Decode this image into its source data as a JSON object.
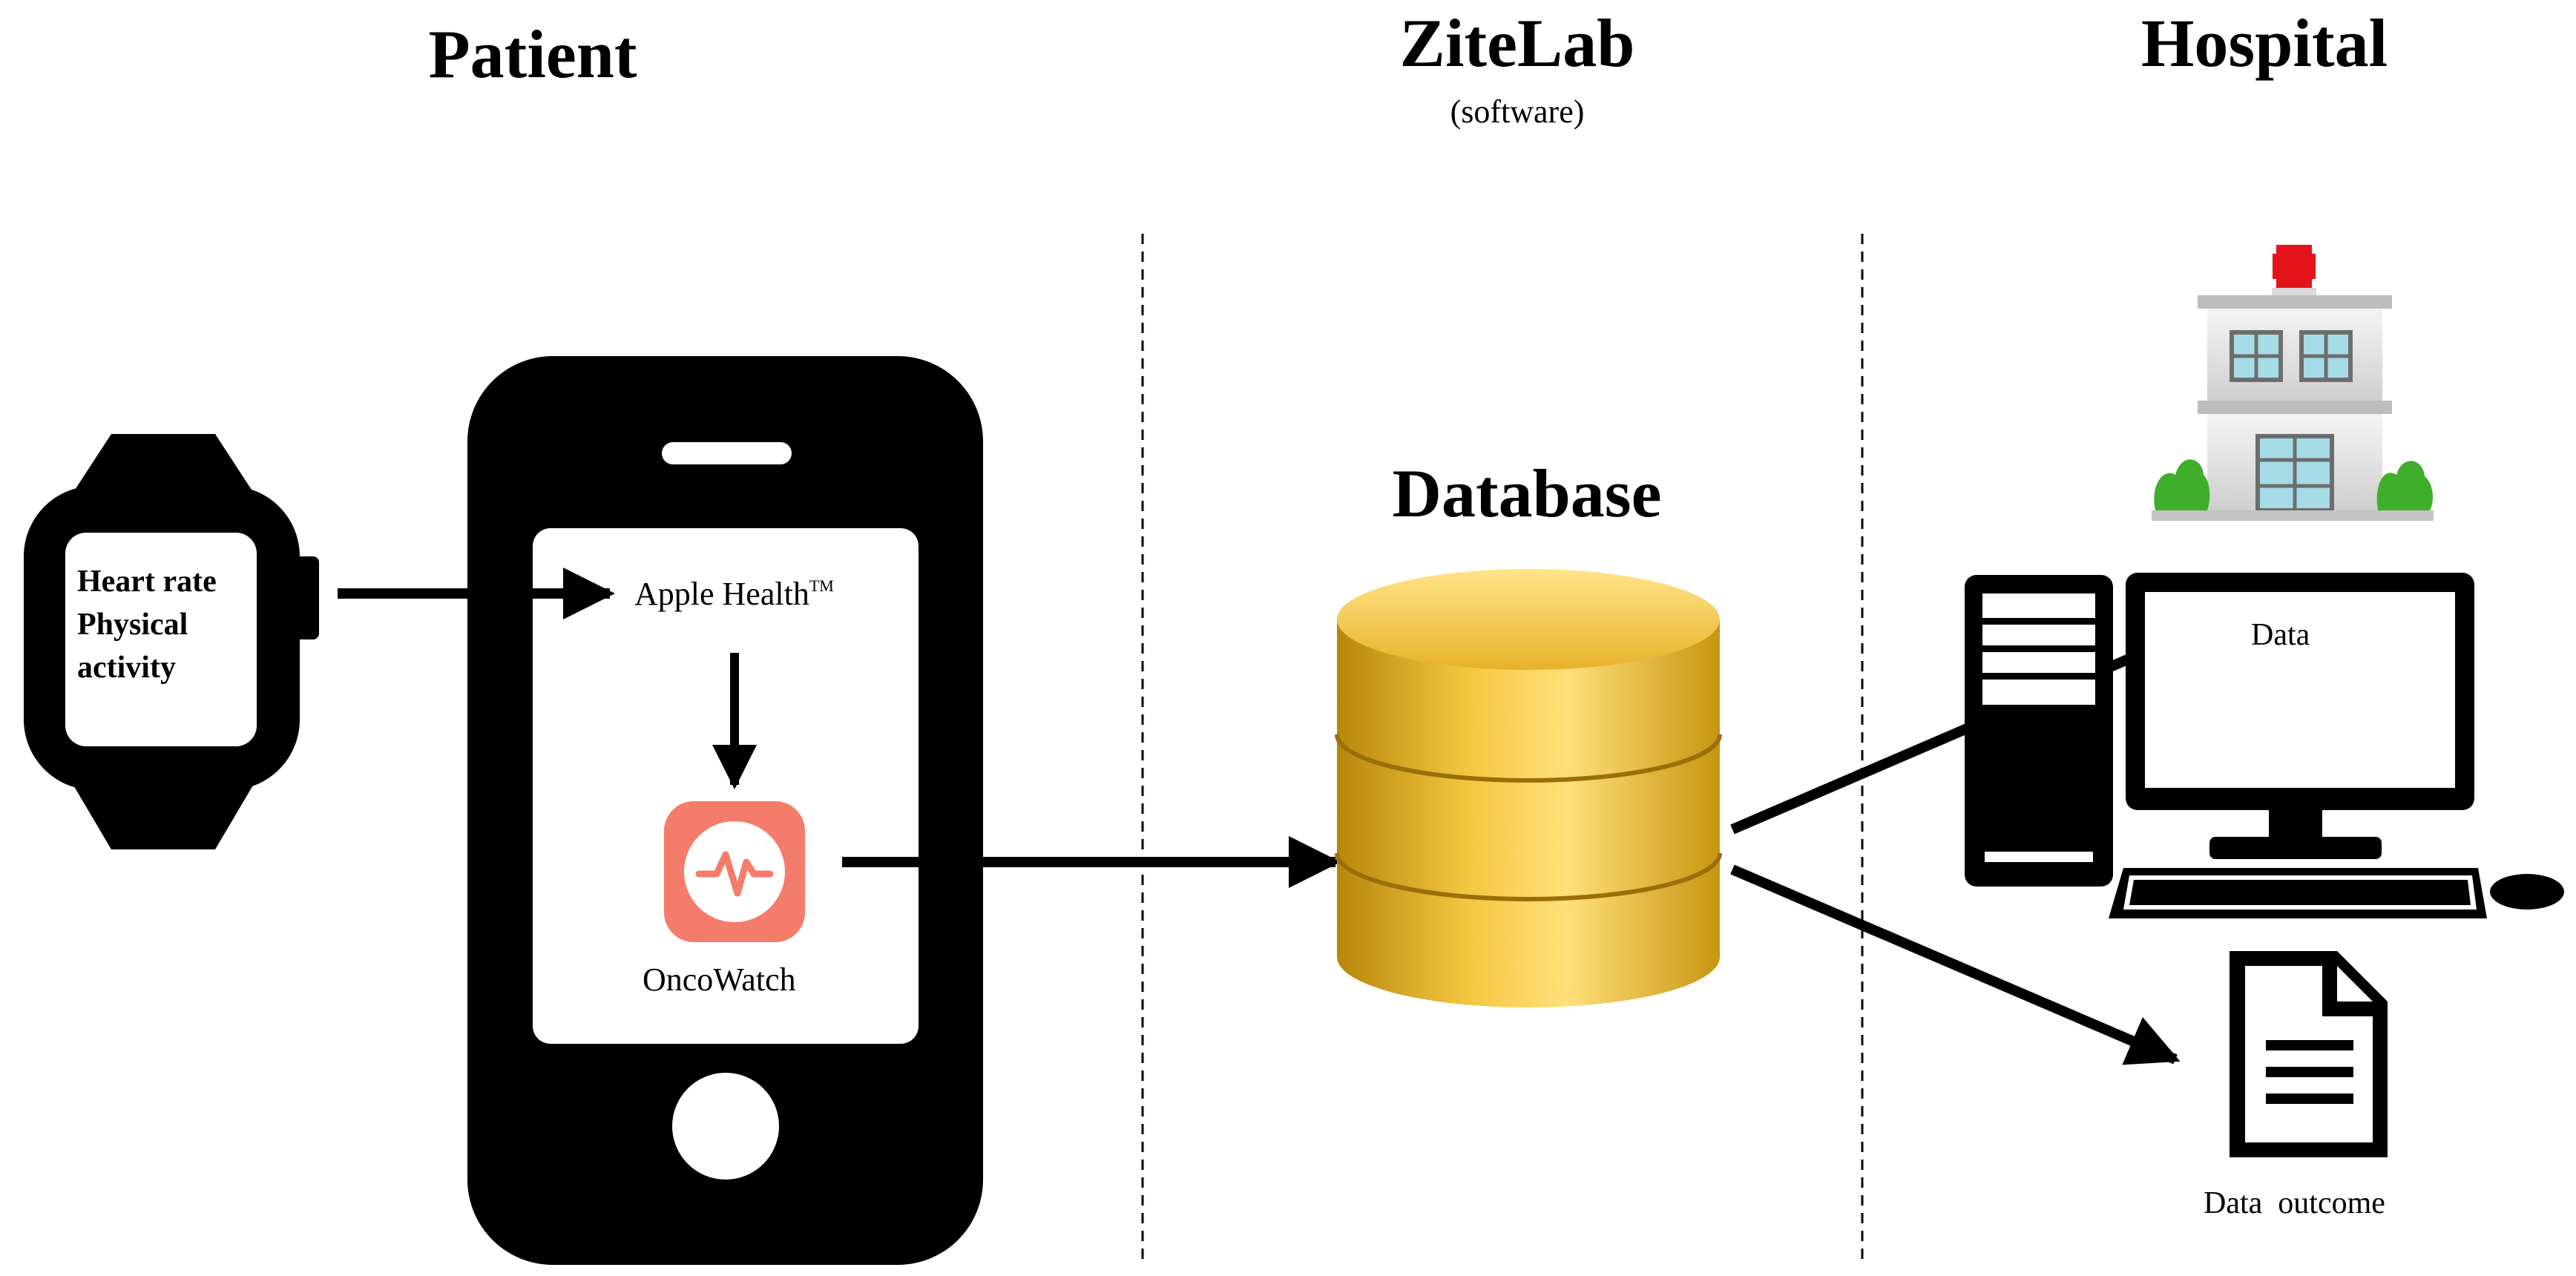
{
  "headers": {
    "patient": "Patient",
    "zitelab": "ZiteLab",
    "zitelab_sub": "(software)",
    "hospital": "Hospital"
  },
  "watch": {
    "line1": "Heart rate",
    "line2": "Physical",
    "line3": "activity"
  },
  "phone": {
    "apple_health": "Apple Health",
    "apple_health_tm": "TM",
    "app_name": "OncoWatch"
  },
  "database": {
    "title": "Database"
  },
  "hospital": {
    "screen_label": "Data",
    "document_label": "Data  outcome"
  },
  "colors": {
    "app_icon": "#f47c6a",
    "database_gold": "#f0bd3a",
    "hospital_cross": "#e4141b",
    "bush_green": "#3fae2a",
    "window_blue": "#a6dbe8"
  }
}
